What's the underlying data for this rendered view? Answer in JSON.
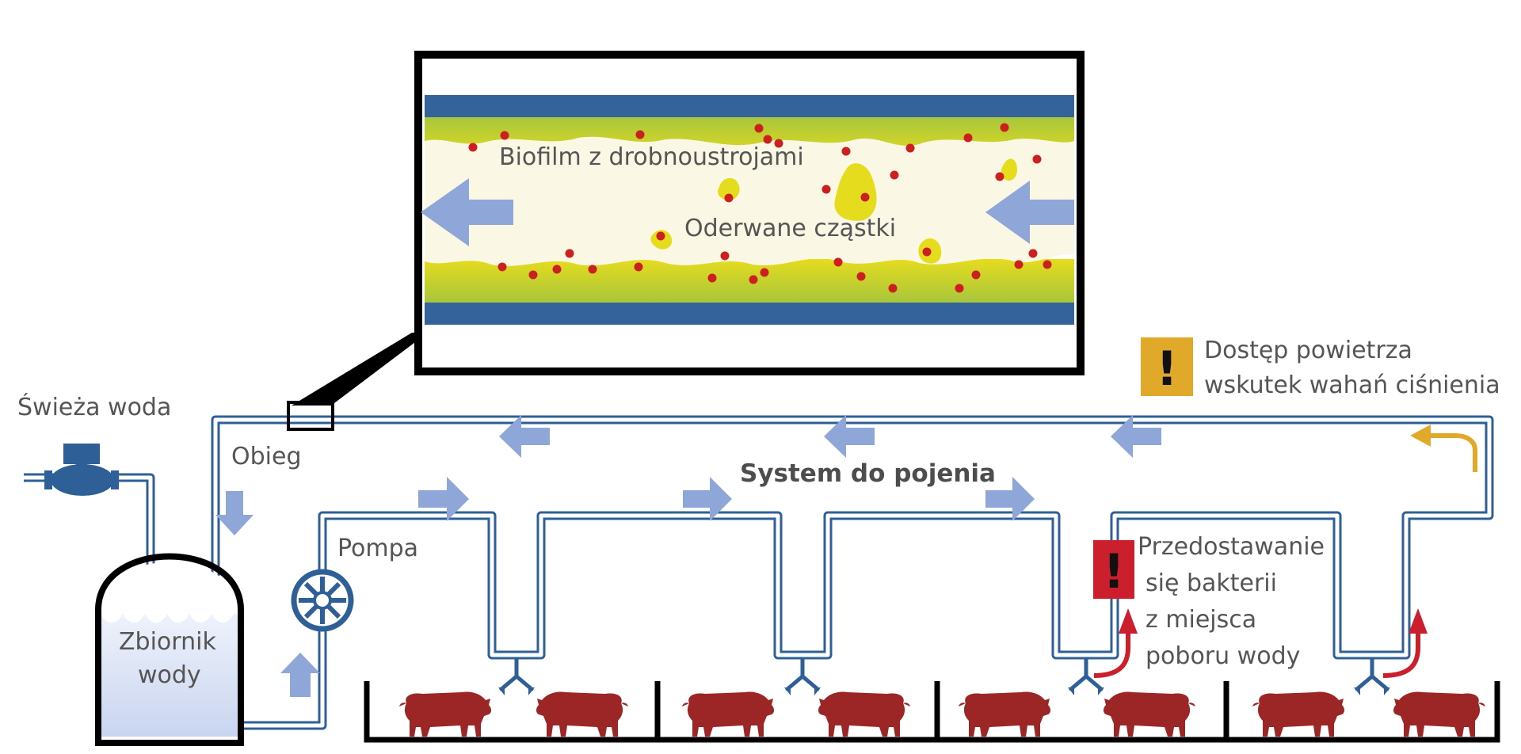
{
  "colors": {
    "pipe": "#2e5f96",
    "flow_arrow": "#8fa6d9",
    "biofilm_yellow": "#e6dc1e",
    "biofilm_green": "#a8c63c",
    "bacteria": "#cc1f1f",
    "pig": "#9c2626",
    "warning_yellow": "#e0a92a",
    "warning_red": "#cc1f2d",
    "tank_water": "#dde4f6"
  },
  "labels": {
    "fresh_water": "Świeża woda",
    "circulation": "Obieg",
    "pump": "Pompa",
    "tank_line1": "Zbiornik",
    "tank_line2": "wody",
    "system": "System do pojenia",
    "biofilm": "Biofilm z drobnoustrojami",
    "particles": "Oderwane cząstki",
    "air_line1": "Dostęp powietrza",
    "air_line2": "wskutek wahań ciśnienia",
    "bacteria_line1": "Przedostawanie",
    "bacteria_line2": "się bakterii",
    "bacteria_line3": "z miejsca",
    "bacteria_line4": "poboru wody"
  },
  "icons": {
    "warning_glyph": "!",
    "meter": "water-meter-icon",
    "pump": "pump-icon",
    "animal": "pig-icon",
    "drinker": "nipple-drinker-icon"
  }
}
